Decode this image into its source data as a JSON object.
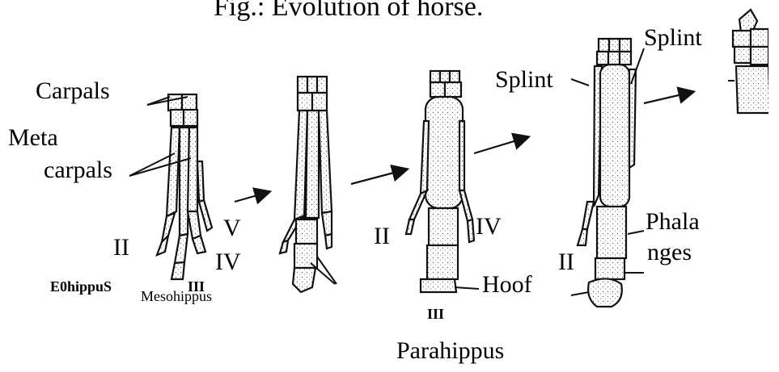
{
  "title": "Fig.: Evolution of horse.",
  "labels": {
    "carpals": "Carpals",
    "metacarpals_1": "Meta",
    "metacarpals_2": "carpals",
    "digit_ii_a": "II",
    "digit_v": "V",
    "digit_iv_a": "IV",
    "digit_iii_a": "III",
    "eohippus": "E0hippuS",
    "mesohippus": "Mesohippus",
    "digit_ii_b": "II",
    "digit_iv_b": "IV",
    "hoof": "Hoof",
    "digit_iii_b": "III",
    "parahippus": "Parahippus",
    "splint_1": "Splint",
    "splint_2": "Splint",
    "phalanges_1": "Phala",
    "phalanges_2": "nges",
    "digit_ii_c": "II"
  }
}
